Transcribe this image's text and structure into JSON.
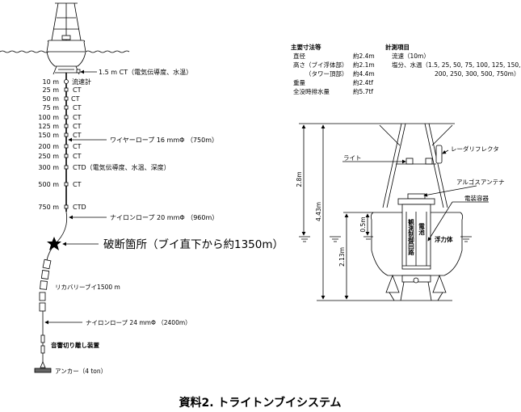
{
  "title": "資料2. トライトンブイシステム",
  "mooring": {
    "surface_ct": "1.5 m CT（電気伝導度、水温）",
    "sensors": [
      {
        "depth": "10 m",
        "type": "流速計"
      },
      {
        "depth": "25 m",
        "type": "CT"
      },
      {
        "depth": "50 m",
        "type": "CT"
      },
      {
        "depth": "75 m",
        "type": "CT"
      },
      {
        "depth": "100 m",
        "type": "CT"
      },
      {
        "depth": "125 m",
        "type": "CT"
      },
      {
        "depth": "150 m",
        "type": "CT"
      },
      {
        "depth": "200 m",
        "type": "CT"
      },
      {
        "depth": "250 m",
        "type": "CT"
      },
      {
        "depth": "300 m",
        "type": "CTD（電気伝導度、水温、深度）"
      },
      {
        "depth": "500 m",
        "type": "CT"
      },
      {
        "depth": "750 m",
        "type": "CTD"
      }
    ],
    "wire_rope": "ワイヤーロープ 16 mmΦ （750m）",
    "nylon_rope_20": "ナイロンロープ 20 mmΦ （960m）",
    "break_point": "破断箇所（ブイ直下から約1350m）",
    "recovery_buoy": "リカバリーブイ1500 m",
    "nylon_rope_24": "ナイロンロープ 24 mmΦ （2400m）",
    "acoustic_release": "音響切り離し装置",
    "anchor": "アンカー（4 ton）"
  },
  "specs": {
    "heading": "主要寸法等",
    "rows": [
      {
        "label": "直径",
        "value": "約2.4m"
      },
      {
        "label": "高さ（ブイ浮体部）",
        "value": "約2.1m"
      },
      {
        "label": "（タワー頂部）",
        "value": "約4.4m"
      },
      {
        "label": "重量",
        "value": "約2.4tf"
      },
      {
        "label": "全没時排水量",
        "value": "約5.7tf"
      }
    ]
  },
  "measurements": {
    "heading": "計測項目",
    "current": "流速（10m）",
    "salinity": "塩分、水温（1.5, 25, 50, 75, 100, 125, 150,",
    "salinity_cont": "200, 250, 300, 500, 750m）"
  },
  "buoy_detail": {
    "light": "ライト",
    "radar_reflector": "レーダリフレクタ",
    "argos_antenna": "アルゴスアンテナ",
    "electronics_housing": "電装容器",
    "float": "浮力体",
    "control_circuit": "観測制御回路",
    "battery": "電池",
    "dim_2_8": "2.8m",
    "dim_4_43": "4.43m",
    "dim_0_5": "0.5m",
    "dim_2_13": "2.13m"
  }
}
